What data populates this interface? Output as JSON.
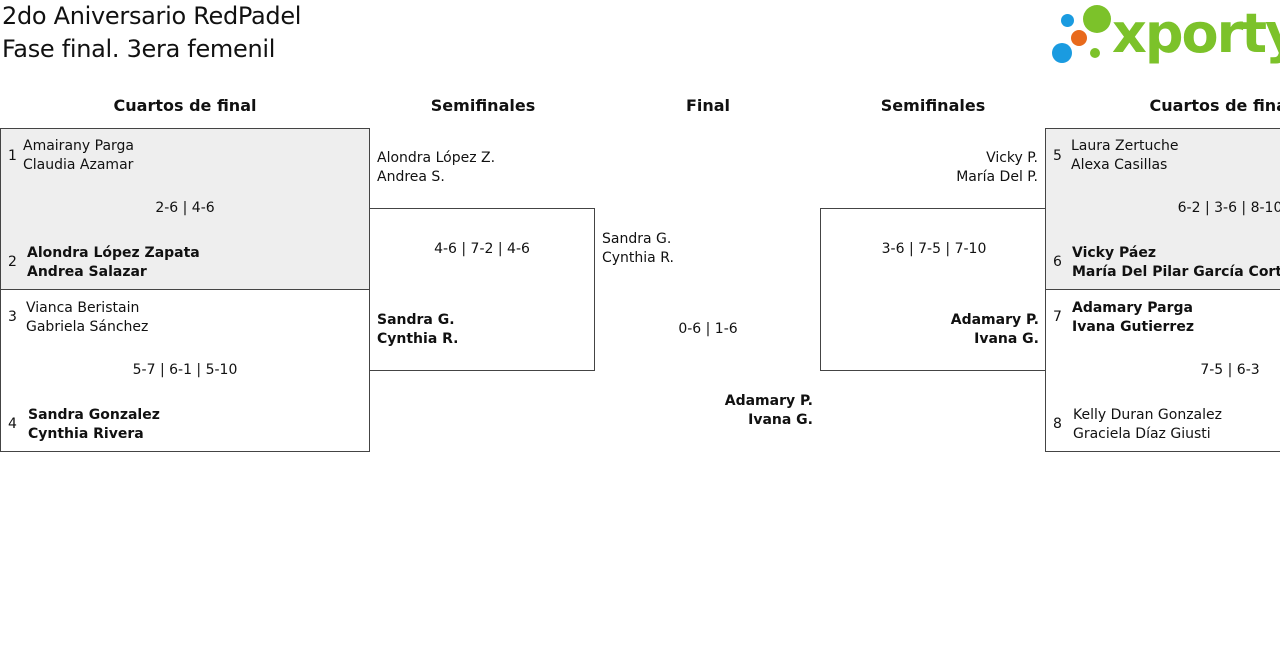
{
  "header": {
    "title_line1": "2do Aniversario RedPadel",
    "title_line2": "Fase final. 3era femenil",
    "logo_text": "xporty",
    "logo_colors": {
      "blue": "#1a9be0",
      "orange": "#e86a1c",
      "green": "#7cc22a"
    }
  },
  "rounds": {
    "qf_left": "Cuartos de final",
    "sf_left": "Semifinales",
    "final": "Final",
    "sf_right": "Semifinales",
    "qf_right": "Cuartos de final"
  },
  "qf": [
    {
      "a_seed": "1",
      "a_p1": "Amairany Parga",
      "a_p2": "Claudia Azamar",
      "score": "2-6 | 4-6",
      "b_seed": "2",
      "b_p1": "Alondra López Zapata",
      "b_p2": "Andrea Salazar"
    },
    {
      "a_seed": "3",
      "a_p1": "Vianca Beristain",
      "a_p2": "Gabriela Sánchez",
      "score": "5-7 | 6-1 | 5-10",
      "b_seed": "4",
      "b_p1": "Sandra Gonzalez",
      "b_p2": "Cynthia Rivera"
    },
    {
      "a_seed": "5",
      "a_p1": "Laura Zertuche",
      "a_p2": "Alexa Casillas",
      "score": "6-2 | 3-6 | 8-10",
      "b_seed": "6",
      "b_p1": "Vicky Páez",
      "b_p2": "María Del Pilar García Cortés"
    },
    {
      "a_seed": "7",
      "a_p1": "Adamary Parga",
      "a_p2": "Ivana Gutierrez",
      "score": "7-5 | 6-3",
      "b_seed": "8",
      "b_p1": "Kelly Duran Gonzalez",
      "b_p2": "Graciela Díaz Giusti"
    }
  ],
  "sf_left": {
    "top_p1": "Alondra López Z.",
    "top_p2": "Andrea S.",
    "score": "4-6 | 7-2 | 4-6",
    "bot_p1": "Sandra G.",
    "bot_p2": "Cynthia R."
  },
  "sf_right": {
    "top_p1": "Vicky P.",
    "top_p2": "María Del P.",
    "score": "3-6 | 7-5 | 7-10",
    "bot_p1": "Adamary P.",
    "bot_p2": "Ivana G."
  },
  "final": {
    "top_p1": "Sandra G.",
    "top_p2": "Cynthia R.",
    "score": "0-6 | 1-6",
    "bot_p1": "Adamary P.",
    "bot_p2": "Ivana G."
  }
}
